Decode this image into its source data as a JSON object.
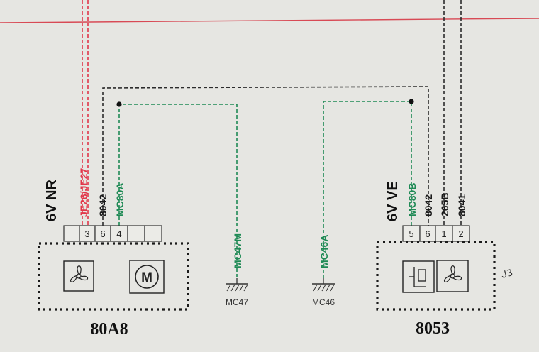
{
  "connectors": {
    "left": {
      "name": "80A8",
      "color_label": "6V NR",
      "wires": [
        "JE26/JE27",
        "8042",
        "MC80A"
      ],
      "pins": [
        "",
        "3",
        "6",
        "4",
        "",
        ""
      ]
    },
    "right": {
      "name": "8053",
      "color_label": "6V VE",
      "wires": [
        "MC80B",
        "8042",
        "265B",
        "8041"
      ],
      "pins": [
        "5",
        "6",
        "1",
        "2"
      ],
      "note": "ᒍ3"
    }
  },
  "grounds": {
    "left": {
      "wire_label": "MC47M",
      "name": "MC47"
    },
    "right": {
      "wire_label": "MC46A",
      "name": "MC46"
    }
  },
  "colors": {
    "green": "#1f8a55",
    "red": "#e2364a",
    "black": "#1a1a1a",
    "background": "#e6e6e2"
  },
  "icons": {
    "fan_left": "fan-icon",
    "motor": "motor-icon",
    "relay": "relay-icon",
    "fan_right": "fan-icon",
    "ground_left": "ground-icon",
    "ground_right": "ground-icon"
  }
}
